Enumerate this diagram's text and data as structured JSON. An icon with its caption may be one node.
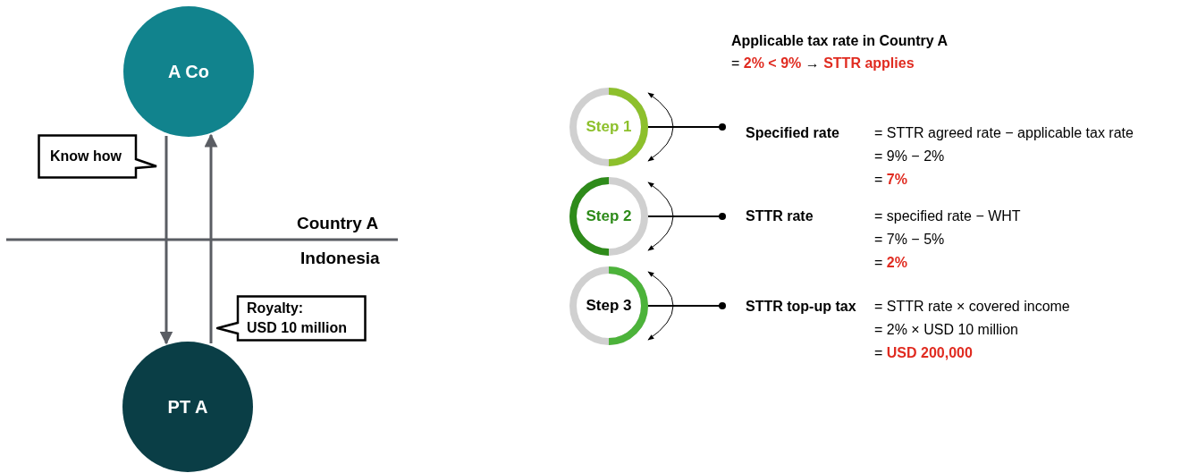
{
  "diagram": {
    "nodes": [
      {
        "text": [
          "A Co"
        ]
      },
      {
        "text": [
          "PT A"
        ]
      },
      {
        "text": [
          "Know how"
        ]
      },
      {
        "text": [
          "Royalty: USD 10 million"
        ]
      },
      {
        "text": [
          "Step 1"
        ]
      },
      {
        "text": [
          "Step 2"
        ]
      },
      {
        "text": [
          "Step 3"
        ]
      }
    ],
    "edges": [
      {
        "from": 0,
        "to": 1,
        "arrow": "to",
        "color": "#5a5d63"
      },
      {
        "from": 1,
        "to": 0,
        "arrow": "to",
        "color": "#5a5d63"
      },
      {
        "from": 4,
        "to": null,
        "arrow": "other"
      },
      {
        "from": 5,
        "to": null,
        "arrow": "other"
      },
      {
        "from": 6,
        "to": null,
        "arrow": "other"
      }
    ],
    "labels": [
      "Country A",
      "Indonesia",
      "Applicable tax rate in Country A",
      "= **2% < 9%** → **STTR applies**",
      "Specified rate",
      "= STTR agreed rate − applicable tax rate",
      "= 9% − 2%",
      "= **7%**",
      "STTR rate",
      "= specified rate − WHT",
      "= 7% − 5%",
      "= **2%**",
      "STTR top-up tax",
      "= STTR rate × covered income",
      "= 2% × USD 10 million",
      "= **USD 200,000**"
    ]
  }
}
